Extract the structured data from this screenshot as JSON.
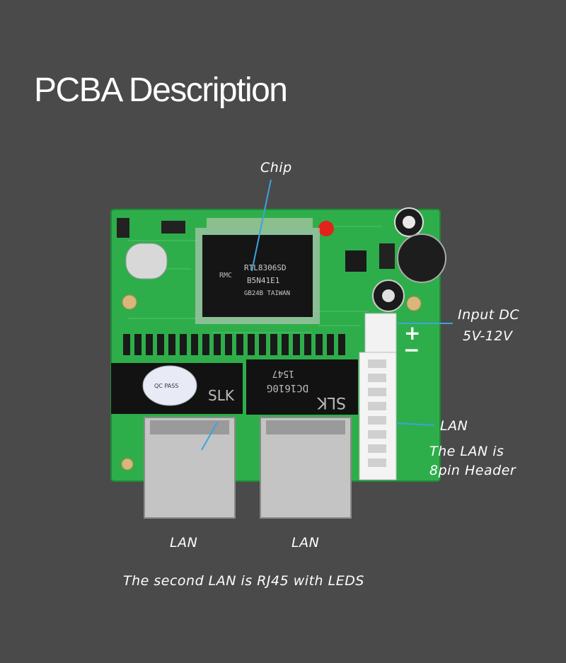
{
  "title": "PCBA Description",
  "labels": {
    "chip": "Chip",
    "input_dc_line1": "Input DC",
    "input_dc_line2": "5V-12V",
    "plus": "+",
    "minus": "−",
    "lan_right": "LAN",
    "lan_header_line1": "The LAN is",
    "lan_header_line2": "8pin Header",
    "lan_left_1": "LAN",
    "lan_left_2": "LAN",
    "footer": "The second LAN is RJ45  with  LEDS"
  },
  "board": {
    "chip_line1": "RTL8306SD",
    "chip_line2": "B5N41E1",
    "chip_line3": "GB24B TAIWAN",
    "chip_logo": "RMC",
    "transformer_left": "SLK",
    "transformer_right_line1": "SLK",
    "transformer_right_line2": "DC1610G",
    "transformer_right_line3": "1547",
    "qc_sticker": "QC PASS"
  },
  "colors": {
    "background": "#4a4a4a",
    "pcb": "#2eae4a",
    "accent_line": "#3aa3e0"
  }
}
